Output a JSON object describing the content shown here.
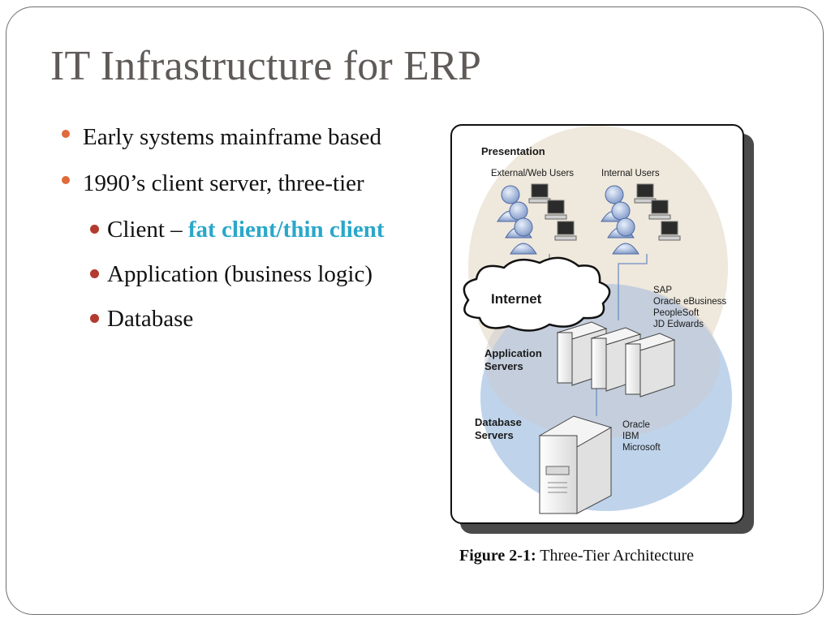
{
  "slide": {
    "title": "IT Infrastructure for ERP",
    "bullets": [
      {
        "text": "Early systems mainframe based"
      },
      {
        "text": "1990’s client server, three-tier"
      }
    ],
    "sub_bullets": [
      {
        "prefix": "Client – ",
        "highlight": "fat client/thin client"
      },
      {
        "text": "Application (business logic)"
      },
      {
        "text": "Database"
      }
    ]
  },
  "figure": {
    "presentation_label": "Presentation",
    "external_users_label": "External/Web Users",
    "internal_users_label": "Internal Users",
    "internet_label": "Internet",
    "erp_vendors": [
      "SAP",
      "Oracle eBusiness",
      "PeopleSoft",
      "JD Edwards"
    ],
    "app_servers_label_1": "Application",
    "app_servers_label_2": "Servers",
    "db_servers_label_1": "Database",
    "db_servers_label_2": "Servers",
    "db_vendors": [
      "Oracle",
      "IBM",
      "Microsoft"
    ],
    "colors": {
      "presentation_bg": "#efe8dc",
      "app_bg": "#b8cfe8",
      "accent_bullet": "#e06a3b",
      "highlight": "#2aa7c9"
    }
  },
  "caption": {
    "label": "Figure 2-1:",
    "text": " Three-Tier Architecture"
  }
}
